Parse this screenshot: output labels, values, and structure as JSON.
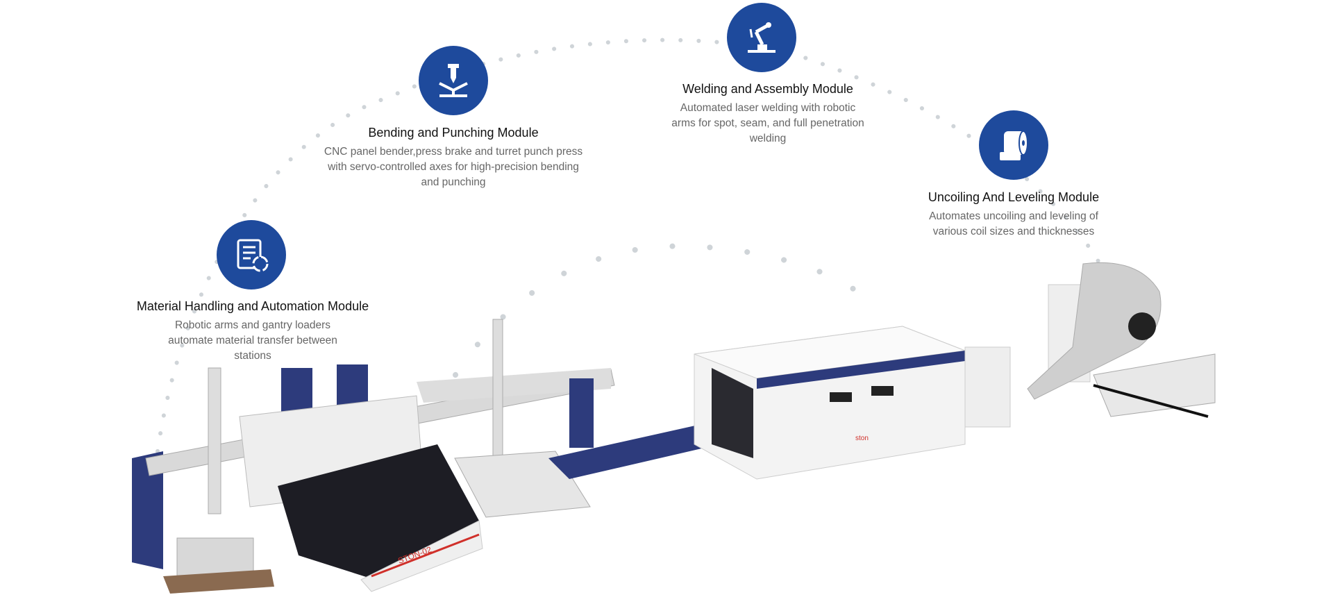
{
  "colors": {
    "accent": "#1e4a9c",
    "dots": "#cfd4d8",
    "machine_navy": "#2d3b7c",
    "machine_white": "#f1f1f1",
    "machine_red": "#d0302a"
  },
  "modules": [
    {
      "icon": "document-cycle-icon",
      "title": "Material Handling and Automation Module",
      "desc_lines": [
        "Robotic arms and gantry loaders",
        "automate material transfer between",
        "stations"
      ]
    },
    {
      "icon": "press-brake-icon",
      "title": "Bending and Punching Module",
      "desc_lines": [
        "CNC panel bender,press brake and turret punch press",
        "with servo-controlled axes for high-precision bending",
        "and punching"
      ]
    },
    {
      "icon": "robot-arm-icon",
      "title": "Welding and Assembly Module",
      "desc_lines": [
        "Automated laser welding with robotic",
        "arms for spot, seam, and full penetration",
        "welding"
      ]
    },
    {
      "icon": "coil-roll-icon",
      "title": "Uncoiling And Leveling Module",
      "desc_lines": [
        "Automates uncoiling and leveling of",
        "various coil sizes and thicknesses"
      ]
    }
  ],
  "machine_labels": {
    "bender": "STON-02",
    "laser": "ston"
  }
}
